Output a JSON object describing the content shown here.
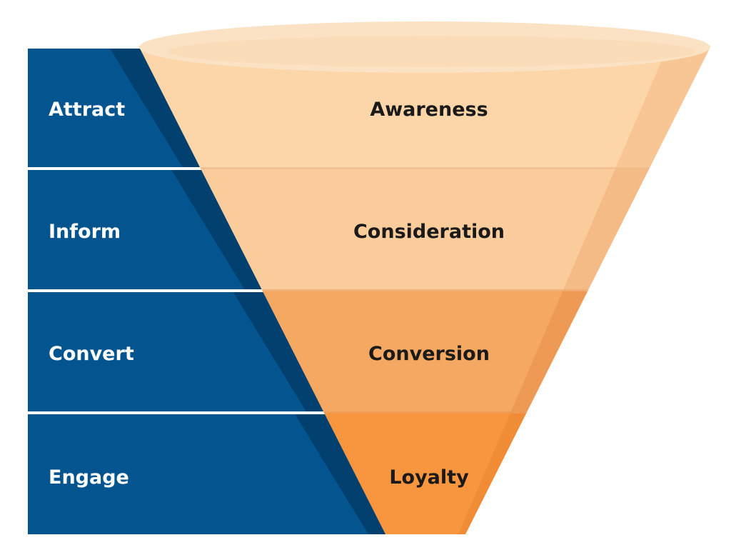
{
  "diagram": {
    "colors": {
      "band": "#04558f",
      "band_shadow": "#023d6a",
      "separator": "#ffffff",
      "funnel_rim": "#fbe2c4",
      "funnel_rim_inner": "#fbd9b1",
      "funnel_side": "#f1b577",
      "label_dark": "#1a1a1a",
      "label_light": "#ffffff"
    },
    "stages": [
      {
        "action": "Attract",
        "funnel": "Awareness",
        "fill": "#fcd6a8",
        "side": "#f5c08d",
        "divider": "#eebc8d"
      },
      {
        "action": "Inform",
        "funnel": "Consideration",
        "fill": "#fbcc9b",
        "side": "#f2b57f",
        "divider": "#efaa72"
      },
      {
        "action": "Convert",
        "funnel": "Conversion",
        "fill": "#f4a861",
        "side": "#ec9650",
        "divider": "#ef9a52"
      },
      {
        "action": "Engage",
        "funnel": "Loyalty",
        "fill": "#f7963f",
        "side": "#ee8833",
        "divider": "#ef9a52"
      }
    ]
  }
}
